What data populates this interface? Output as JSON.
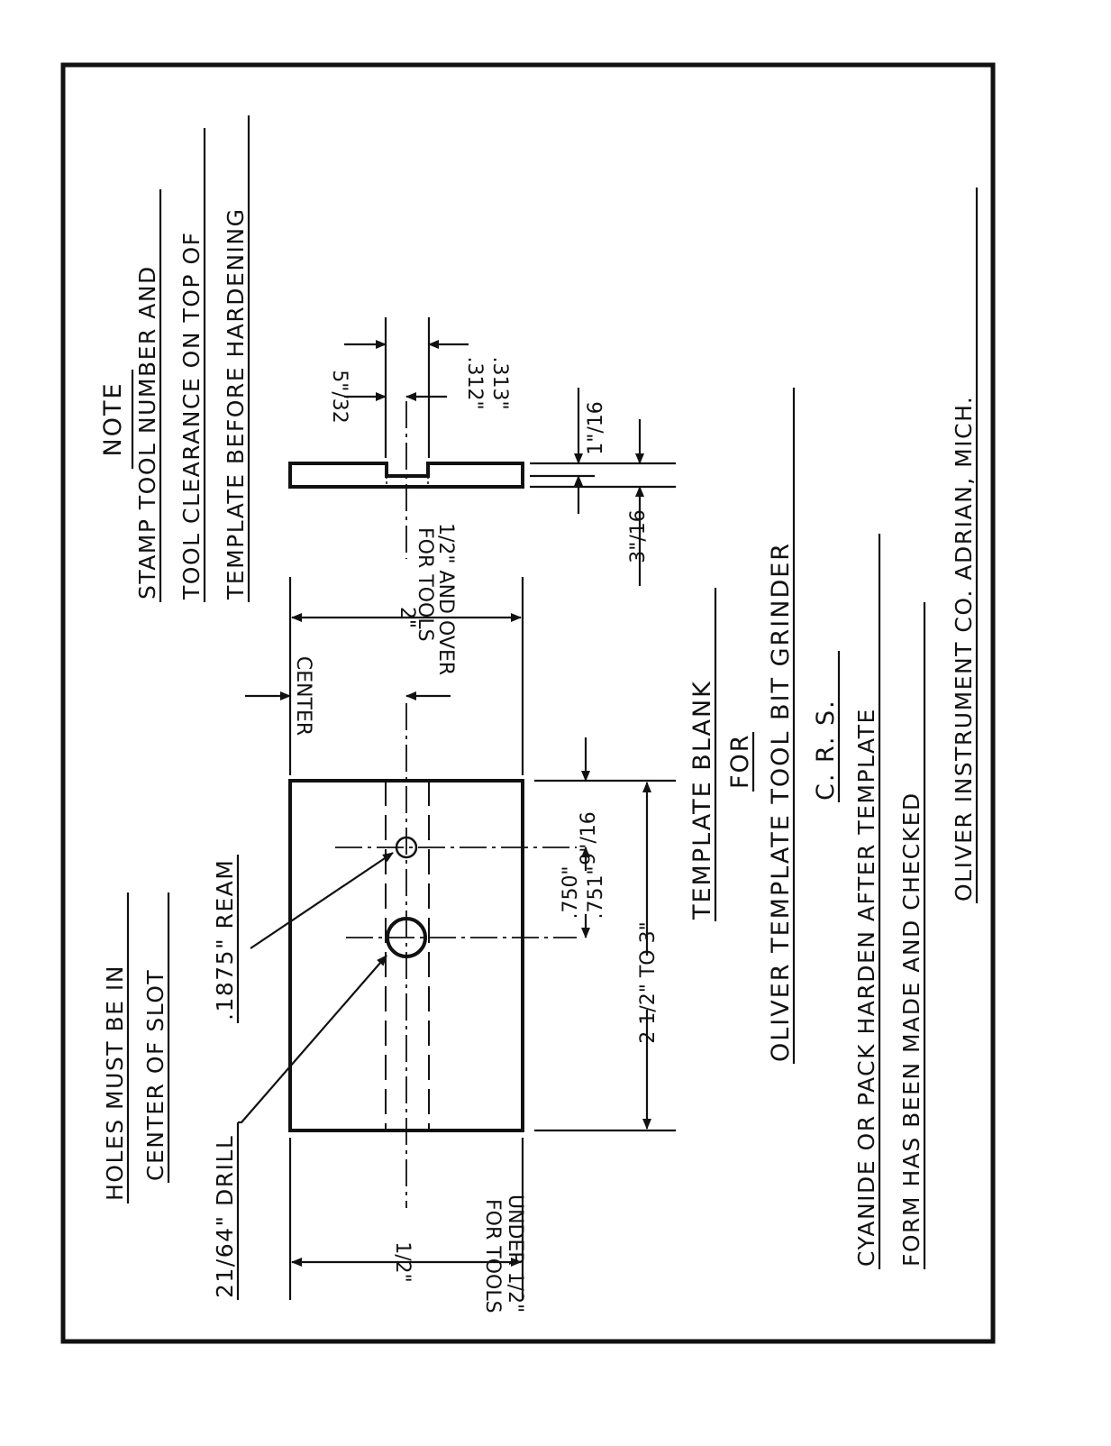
{
  "note": {
    "heading": "NOTE",
    "lines": [
      "STAMP TOOL NUMBER AND",
      "TOOL CLEARANCE ON TOP OF",
      "TEMPLATE BEFORE HARDENING"
    ]
  },
  "holes_note": [
    "HOLES MUST BE IN",
    "CENTER OF SLOT"
  ],
  "callouts": {
    "drill": "21/64\" DRILL",
    "ream": ".1875\" REAM"
  },
  "dimensions": {
    "width_small": "1/2\"",
    "for_tools_under": "FOR TOOLS",
    "under_value": "UNDER 1/2\"",
    "width_large": "2\"",
    "for_tools_over": "FOR TOOLS",
    "over_value": "1/2\" AND OVER",
    "center": "CENTER",
    "hole_offset": "9\"/16",
    "hole_spacing_top": ".750\"",
    "hole_spacing_bottom": ".751\"",
    "length": "2 1/2\" TO 3\"",
    "slot_width_top": ".312\"",
    "slot_width_bottom": ".313\"",
    "slot_half": "5\"/32",
    "slot_depth": "1\"/16",
    "thickness": "3\"/16"
  },
  "title_block": {
    "line1": "TEMPLATE BLANK",
    "line2": "FOR",
    "line3": "OLIVER TEMPLATE TOOL BIT GRINDER",
    "material": "C. R. S.",
    "process1": "CYANIDE OR PACK HARDEN AFTER TEMPLATE",
    "process2": "FORM HAS BEEN MADE AND CHECKED",
    "company": "OLIVER INSTRUMENT CO. ADRIAN, MICH."
  }
}
